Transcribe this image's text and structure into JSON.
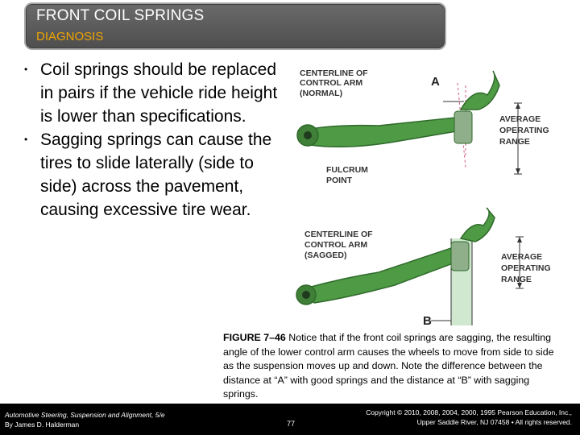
{
  "header": {
    "title": "FRONT COIL SPRINGS",
    "subtitle": "DIAGNOSIS"
  },
  "bullets": [
    "Coil springs should be replaced in pairs if the vehicle ride height is lower than specifications.",
    "Sagging springs can cause the tires to slide laterally (side to side) across the pavement, causing excessive tire wear."
  ],
  "figure": {
    "top": {
      "centerline_1": "CENTERLINE OF",
      "centerline_2": "CONTROL ARM",
      "centerline_3": "(NORMAL)",
      "marker": "A",
      "avg_1": "AVERAGE",
      "avg_2": "OPERATING",
      "avg_3": "RANGE",
      "fulcrum_1": "FULCRUM",
      "fulcrum_2": "POINT"
    },
    "bottom": {
      "centerline_1": "CENTERLINE OF",
      "centerline_2": "CONTROL ARM",
      "centerline_3": "(SAGGED)",
      "marker": "B",
      "avg_1": "AVERAGE",
      "avg_2": "OPERATING",
      "avg_3": "RANGE"
    },
    "colors": {
      "arm": "#4f9a45",
      "arm_dark": "#2f6a2b",
      "range_fill": "#cfe8cf",
      "guide": "#d05a7a"
    }
  },
  "caption": {
    "label": "FIGURE 7–46",
    "text": " Notice that if the front coil springs are sagging, the resulting angle of the lower control arm causes the wheels to move from side to side as the suspension moves up and down. Note the difference between the distance at “A” with good springs and the distance at “B” with sagging springs."
  },
  "footer": {
    "book": "Automotive Steering, Suspension and Alignment, 5/e",
    "author": "By James D. Halderman",
    "page": "77",
    "copyright": "Copyright © 2010, 2008, 2004, 2000, 1995 Pearson Education, Inc.,",
    "publisher": "Upper Saddle River, NJ 07458 • All rights reserved."
  }
}
